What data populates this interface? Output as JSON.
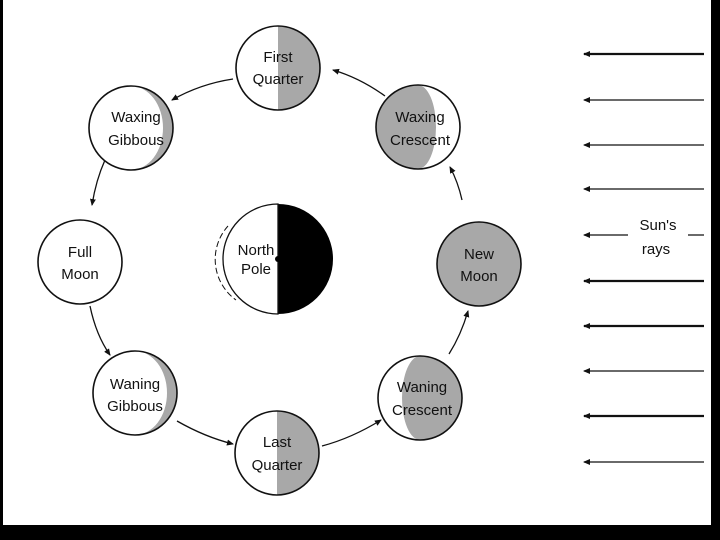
{
  "diagram": {
    "earth": {
      "label_line1": "North",
      "label_line2": "Pole"
    },
    "sun": {
      "label_line1": "Sun's",
      "label_line2": "rays"
    },
    "phases": [
      {
        "key": "first-quarter",
        "line1": "First",
        "line2": "Quarter"
      },
      {
        "key": "waxing-crescent",
        "line1": "Waxing",
        "line2": "Crescent"
      },
      {
        "key": "new-moon",
        "line1": "New",
        "line2": "Moon"
      },
      {
        "key": "waning-crescent",
        "line1": "Waning",
        "line2": "Crescent"
      },
      {
        "key": "last-quarter",
        "line1": "Last",
        "line2": "Quarter"
      },
      {
        "key": "waning-gibbous",
        "line1": "Waning",
        "line2": "Gibbous"
      },
      {
        "key": "full-moon",
        "line1": "Full",
        "line2": "Moon"
      },
      {
        "key": "waxing-gibbous",
        "line1": "Waxing",
        "line2": "Gibbous"
      }
    ],
    "colors": {
      "shade": "#a8a8a8",
      "earth_night": "#000000",
      "outline": "#111111",
      "frame": "#000000"
    }
  }
}
